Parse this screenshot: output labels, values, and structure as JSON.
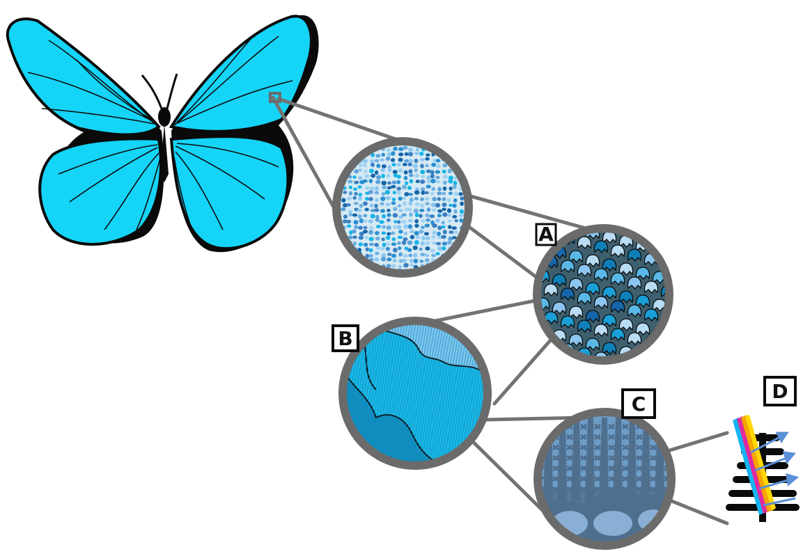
{
  "figure": {
    "panel_labels": [
      "A",
      "B",
      "C",
      "D"
    ],
    "colors": {
      "wing": "#14d4f7",
      "wing_shadow": "#0a0a0a",
      "ring": "#6b6b6b",
      "connector": "#737373",
      "scale_dark": "#1565a8",
      "scale_light": "#8cc6f0",
      "scale_mid": "#1aa6d8",
      "ridge_blue": "#6d9cc6",
      "ridge_dark": "#4f6f8f",
      "light_arrow": "#5b8fd6",
      "rainbow": [
        "#14b4f0",
        "#e02aa0",
        "#f6a400",
        "#ffd800"
      ]
    }
  }
}
